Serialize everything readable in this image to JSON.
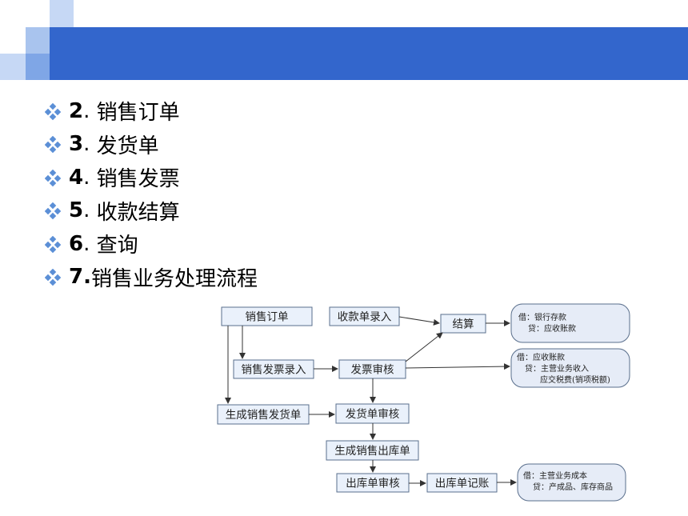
{
  "slide": {
    "bullets": [
      {
        "num": "2",
        "sep": ".",
        "text": "销售订单"
      },
      {
        "num": "3",
        "sep": ".",
        "text": "发货单"
      },
      {
        "num": "4",
        "sep": ".",
        "text": "销售发票"
      },
      {
        "num": "5",
        "sep": ".",
        "text": "收款结算"
      },
      {
        "num": "6",
        "sep": ".",
        "text": "查询"
      },
      {
        "num": "7.",
        "sep": "",
        "text": "销售业务处理流程"
      }
    ]
  },
  "flow": {
    "sales_order": "销售订单",
    "invoice_entry": "销售发票录入",
    "generate_delivery": "生成销售发货单",
    "receipt_entry": "收款单录入",
    "settlement": "结算",
    "invoice_review": "发票审核",
    "delivery_review": "发货单审核",
    "generate_outbound": "生成销售出库单",
    "outbound_review": "出库单审核",
    "outbound_posting": "出库单记账",
    "note_settlement": [
      "借：银行存款",
      "贷：应收账款"
    ],
    "note_invoice": [
      "借：应收账款",
      "贷：主营业务收入",
      "应交税费(销项税额)"
    ],
    "note_posting": [
      "借：主营业务成本",
      "贷：产成品、库存商品"
    ]
  },
  "colors": {
    "banner": "#3366cc",
    "box_fill": "#eaf1fb",
    "note_fill": "#e6ecf7",
    "bullet": "#5b8fd6"
  }
}
